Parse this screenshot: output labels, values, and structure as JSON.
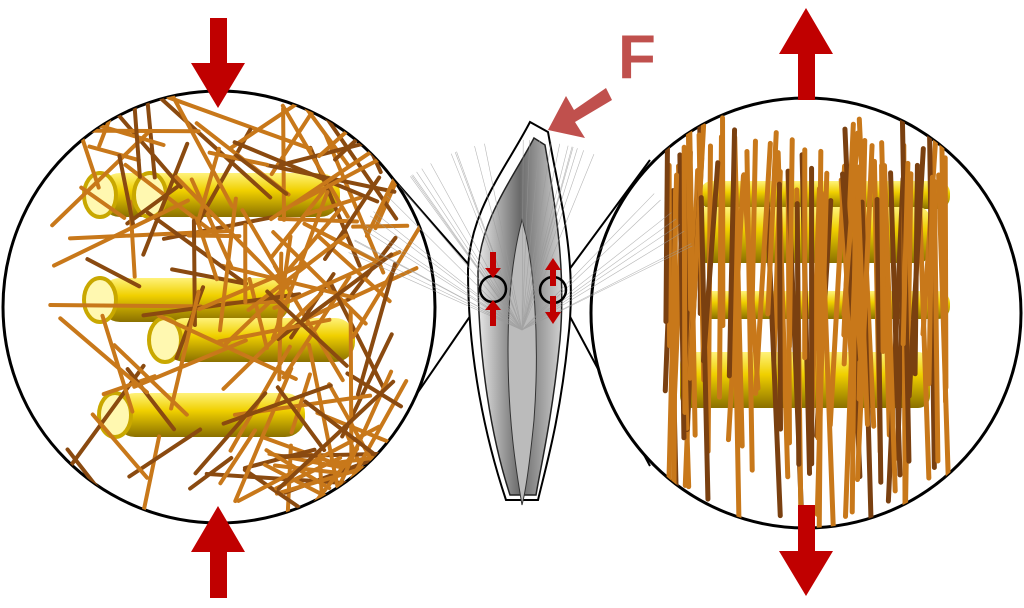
{
  "force_label": "F",
  "colors": {
    "arrow": "#c00000",
    "force_arrow": "#c0504d",
    "tube": "#e8c800",
    "rod": "#c8781a",
    "outline": "#000000"
  },
  "panels": {
    "left": {
      "state": "compression",
      "arrow_direction": "inward"
    },
    "right": {
      "state": "tension",
      "arrow_direction": "outward"
    }
  }
}
